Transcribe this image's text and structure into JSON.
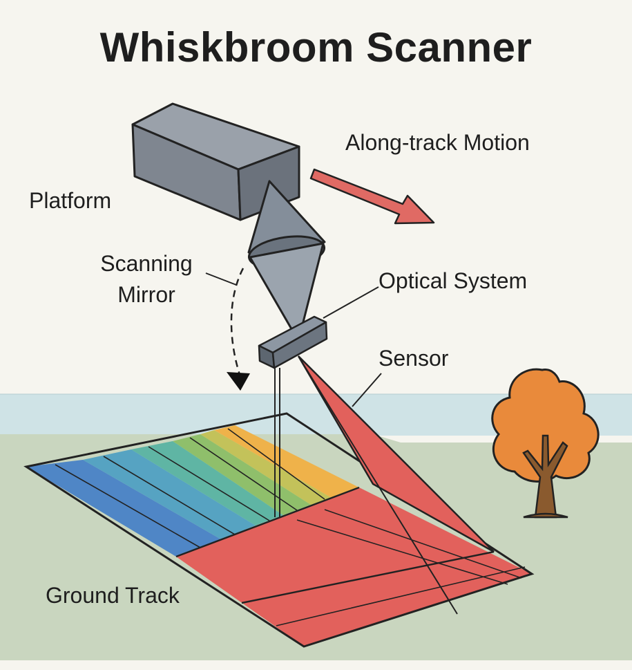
{
  "title": "Whiskbroom Scanner",
  "labels": {
    "platform": "Platform",
    "along_track": "Along-track Motion",
    "scanning_mirror_line1": "Scanning",
    "scanning_mirror_line2": "Mirror",
    "optical_system": "Optical System",
    "sensor": "Sensor",
    "ground_track": "Ground Track"
  },
  "colors": {
    "background": "#f6f5ef",
    "sky": "#cfe3e6",
    "ground": "#c9d6bf",
    "platform": "#7f8690",
    "arrow": "#e06a64",
    "beam": "#e2615c",
    "tree_foliage": "#e98a3b",
    "tree_trunk": "#8a5a2e",
    "bands": [
      "#4f86c6",
      "#56a3c2",
      "#5fb5a4",
      "#8fbf6b",
      "#c3c25a",
      "#efb24a"
    ]
  },
  "icons": {
    "tree": "tree-icon",
    "arrow": "arrow-right-icon"
  }
}
